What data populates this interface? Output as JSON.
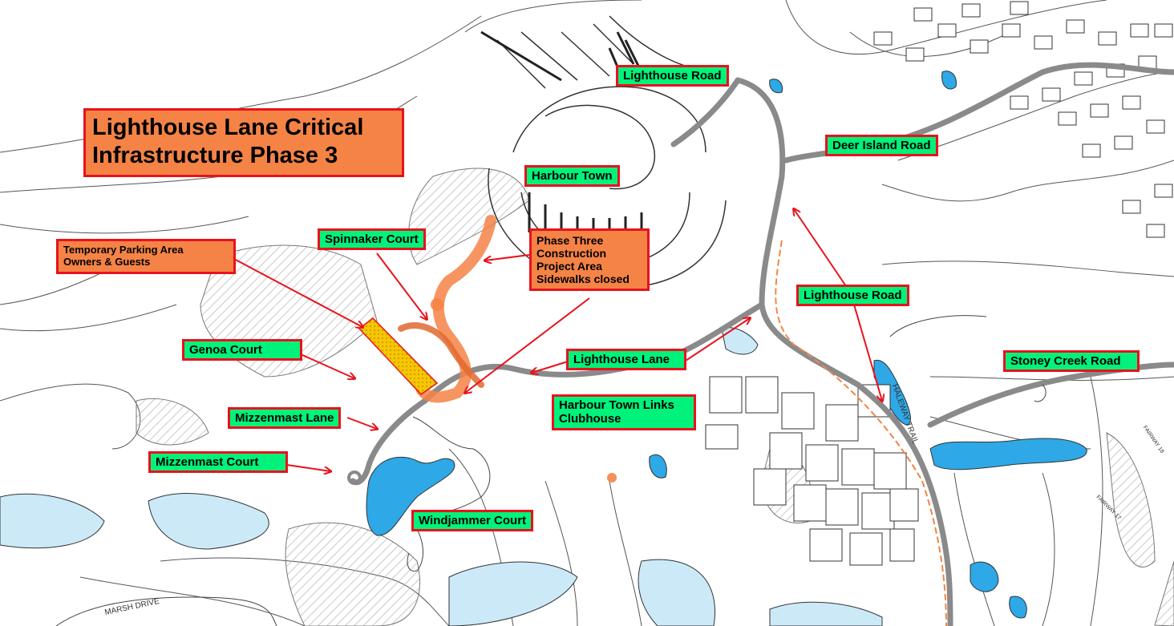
{
  "title": "Lighthouse Lane Critical\nInfrastructure Phase 3",
  "labels": {
    "lighthouse_road_top": "Lighthouse Road",
    "deer_island_road": "Deer Island Road",
    "harbour_town": "Harbour Town",
    "spinnaker_court": "Spinnaker Court",
    "phase_three": "Phase Three\nConstruction\nProject Area\nSidewalks closed",
    "temp_parking": "Temporary Parking Area\nOwners & Guests",
    "lighthouse_road_mid": "Lighthouse Road",
    "genoa_court": "Genoa Court",
    "lighthouse_lane": "Lighthouse Lane",
    "stoney_creek_road": "Stoney Creek Road",
    "harbour_town_links": "Harbour Town Links\nClubhouse",
    "mizzenmast_lane": "Mizzenmast Lane",
    "mizzenmast_court": "Mizzenmast Court",
    "windjammer_court": "Windjammer Court"
  },
  "map_text": {
    "marsh_drive": "MARSH DRIVE",
    "haleway_trail": "HALEWAY TRAIL",
    "fairway_17": "FAIRWAY 17",
    "fairway_18": "FAIRWAY 18"
  },
  "colors": {
    "green_label": "#00f27a",
    "orange_label": "#f58346",
    "label_border": "#e8121c",
    "arrow": "#e8121c",
    "construction_area": "#f58346",
    "parking_area": "#f6c700",
    "water": "#2ea8e6",
    "road": "#8a8a8a"
  }
}
